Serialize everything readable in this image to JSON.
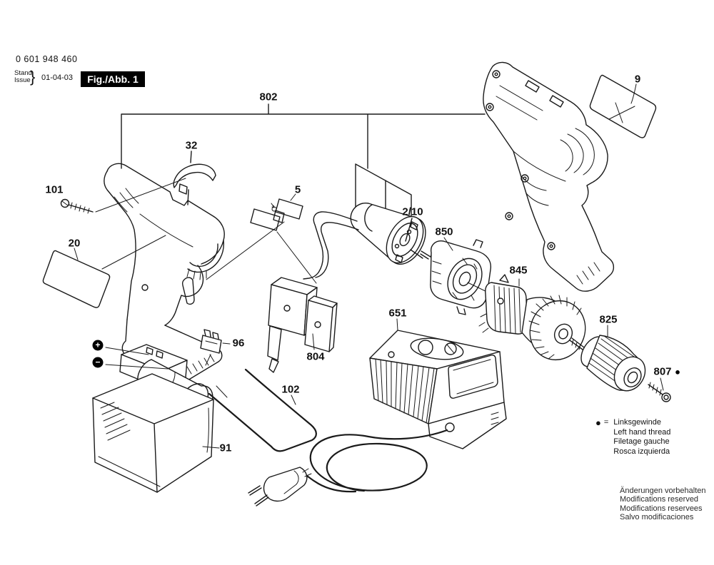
{
  "header": {
    "part_number": "0 601 948 460",
    "stand_label": "Stand",
    "issue_label": "Issue",
    "brace": "}",
    "date": "01-04-03",
    "figure_label": "Fig./Abb. 1"
  },
  "callouts": {
    "p802": "802",
    "p32": "32",
    "p101": "101",
    "p20": "20",
    "p5": "5",
    "p2_10": "2/10",
    "p850": "850",
    "p845": "845",
    "p825": "825",
    "p807": "807",
    "p9": "9",
    "p96": "96",
    "p804": "804",
    "p102": "102",
    "p91": "91",
    "p651": "651"
  },
  "markers": {
    "plus": "+",
    "minus": "−",
    "left_hand_thread_dot": "●"
  },
  "legend": {
    "symbol": "●",
    "equals": "=",
    "lines": [
      "Linksgewinde",
      "Left hand thread",
      "Filetage gauche",
      "Rosca izquierda"
    ]
  },
  "footer": {
    "lines": [
      "Änderungen vorbehalten",
      "Modifications reserved",
      "Modifications reservees",
      "Salvo modificaciones"
    ]
  }
}
